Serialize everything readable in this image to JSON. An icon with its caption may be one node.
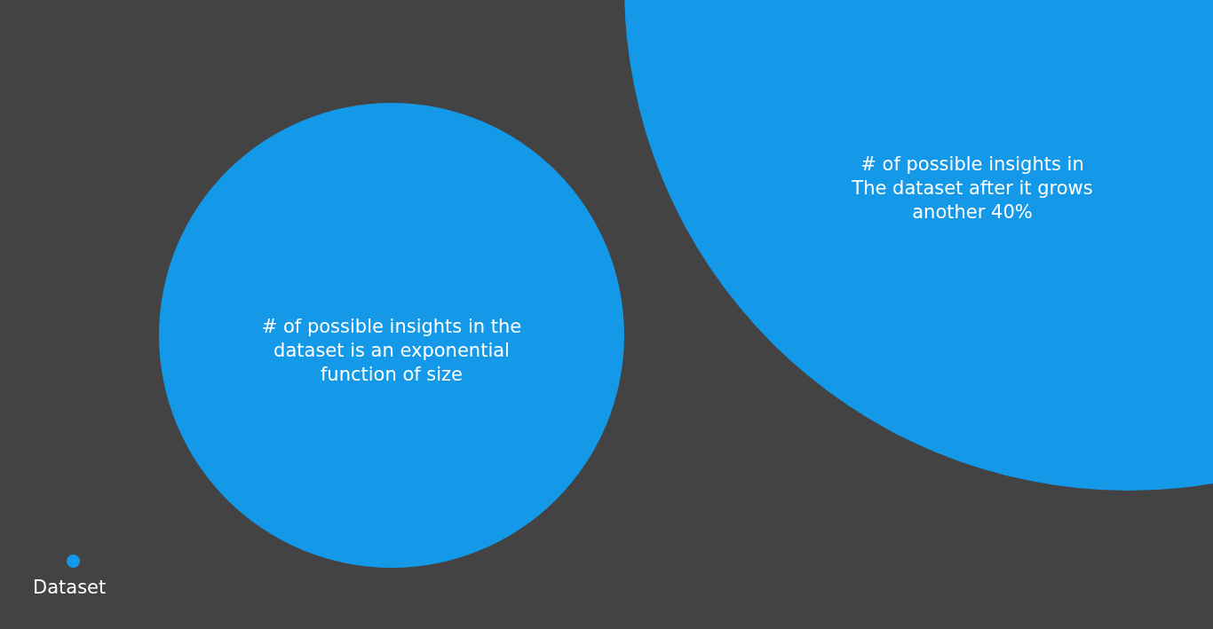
{
  "diagram": {
    "nodes": [
      {
        "text": [
          "# of possible insights in the dataset is an exponential function of size"
        ]
      },
      {
        "text": [
          "# of possible insights in The dataset after it grows another 40%"
        ]
      }
    ],
    "legend": [
      {
        "text": "Dataset",
        "color": "#1499e8"
      }
    ]
  }
}
